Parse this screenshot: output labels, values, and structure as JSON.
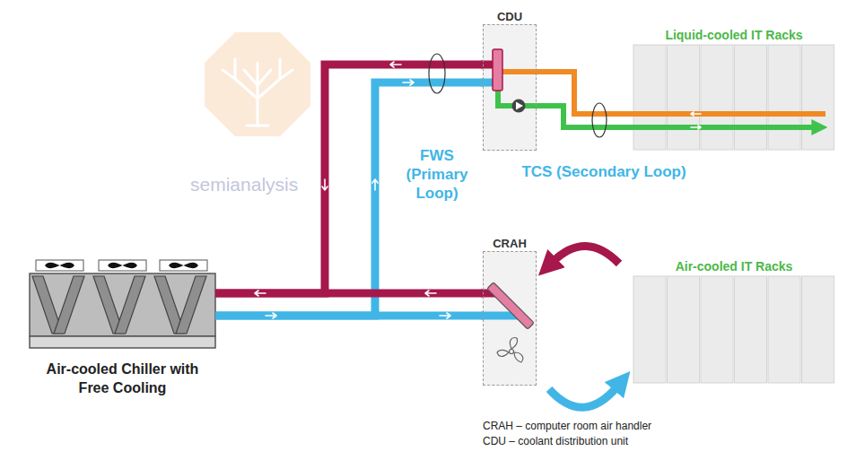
{
  "diagram": {
    "nodes": [
      {
        "text": [
          "CDU"
        ]
      },
      {
        "text": [
          "Liquid-cooled IT Racks"
        ]
      },
      {
        "text": [
          "CRAH"
        ]
      },
      {
        "text": [
          "Air-cooled IT Racks"
        ]
      },
      {
        "text": [
          "Air-cooled Chiller with Free Cooling"
        ]
      }
    ],
    "edges": [
      {
        "from": 0,
        "to": 4,
        "arrow": "none"
      },
      {
        "from": 4,
        "to": 0,
        "arrow": "none"
      },
      {
        "from": 2,
        "to": 4,
        "arrow": "none"
      },
      {
        "from": 4,
        "to": 2,
        "arrow": "none"
      },
      {
        "from": 1,
        "to": 0,
        "arrow": "none"
      },
      {
        "from": 0,
        "to": 1,
        "arrow": "to"
      },
      {
        "from": 3,
        "to": 2,
        "arrow": "to"
      },
      {
        "from": 2,
        "to": 3,
        "arrow": "to"
      }
    ],
    "labels": [
      "FWS (Primary Loop)",
      "TCS (Secondary Loop)",
      "semianalysis",
      "CRAH – computer room air handler",
      "CDU – coolant distribution unit"
    ]
  }
}
